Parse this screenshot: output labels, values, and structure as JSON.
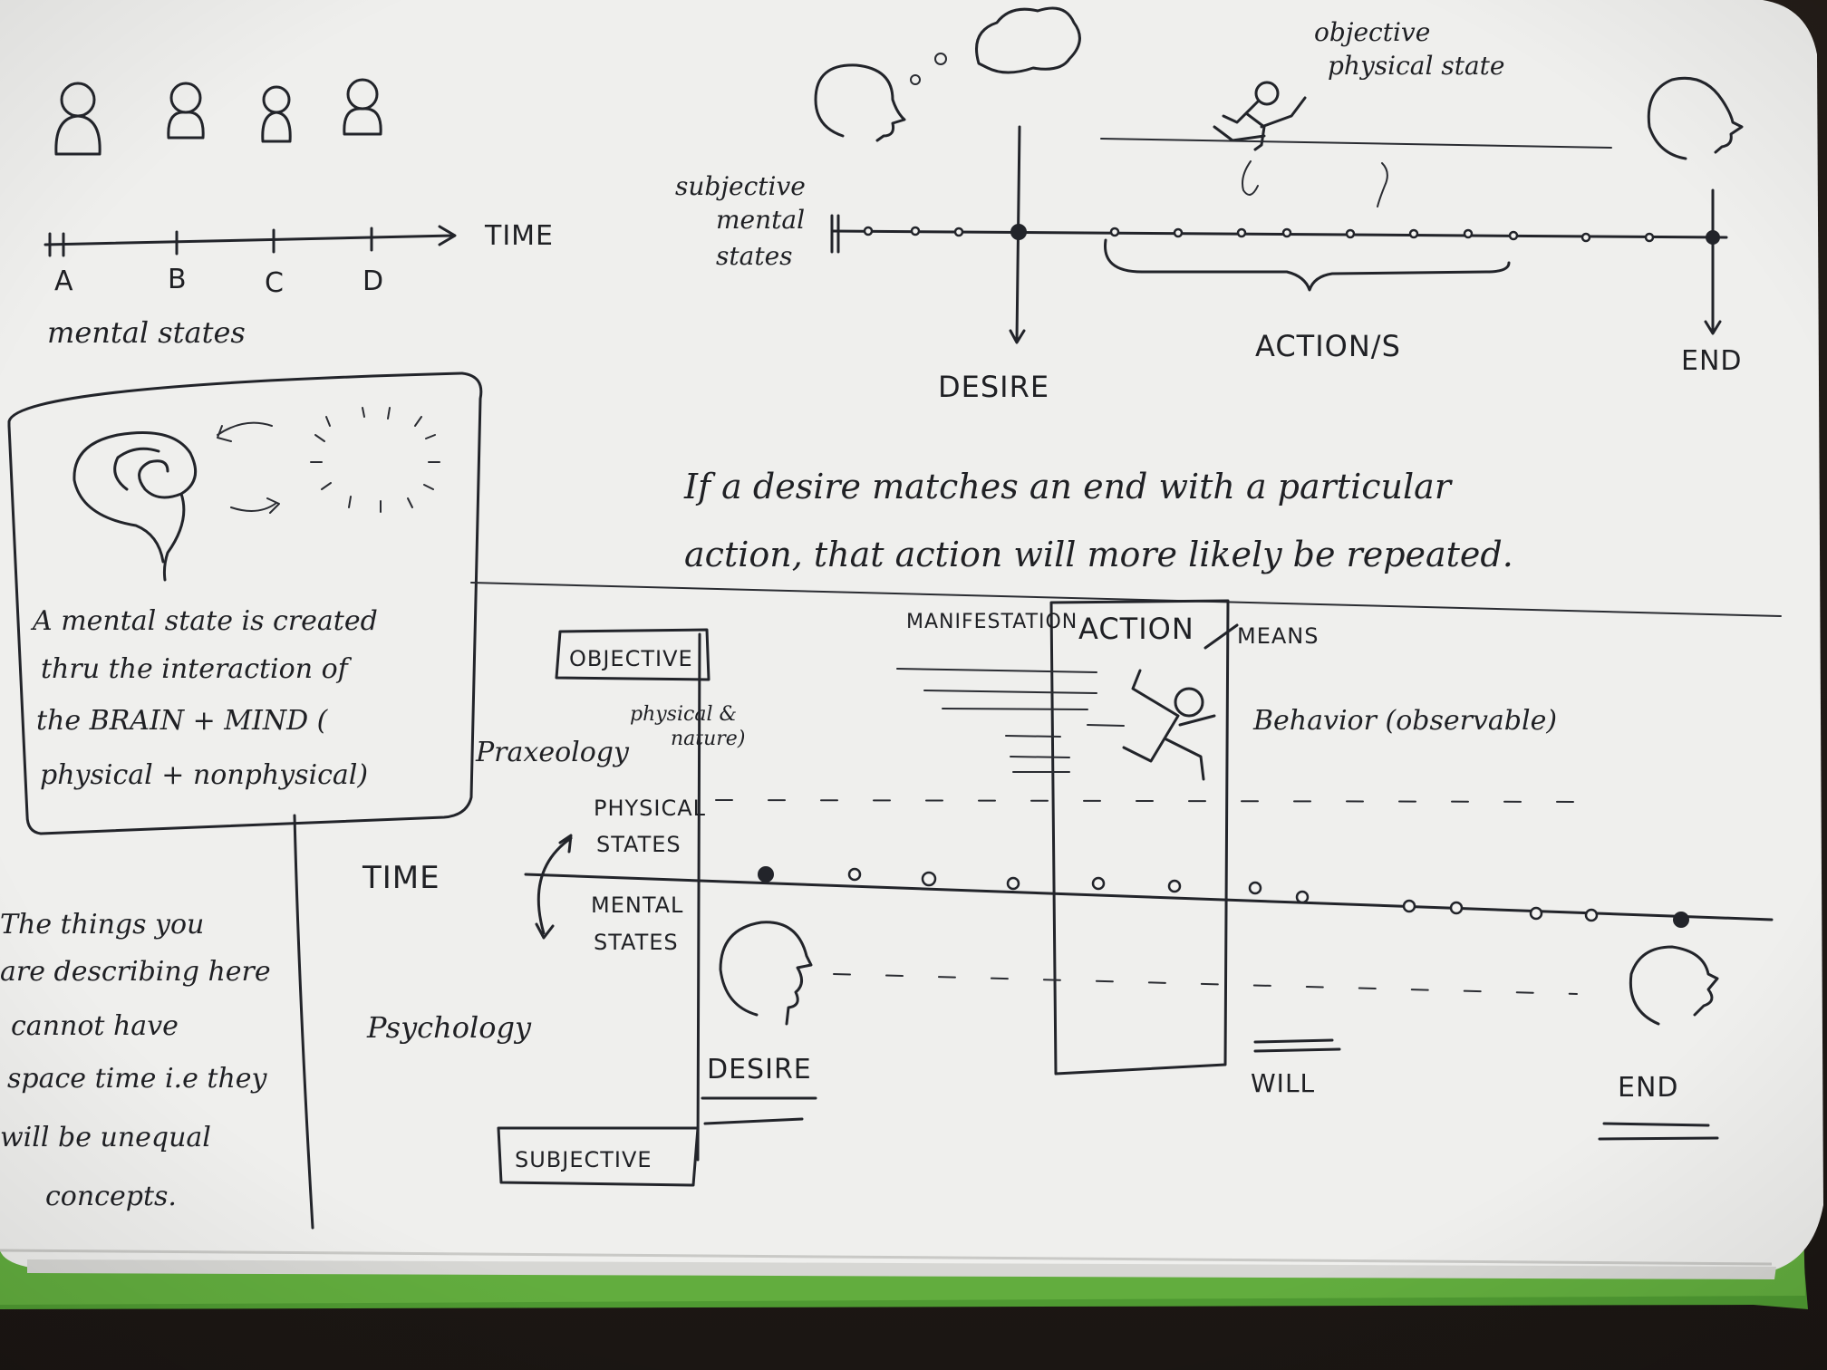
{
  "left_page": {
    "timeline_label": "TIME",
    "points": [
      "A",
      "B",
      "C",
      "D"
    ],
    "caption": "mental states",
    "box_text_lines": [
      "A mental state is created",
      "thru the interaction of",
      "the BRAIN + MIND (",
      "physical + nonphysical)"
    ],
    "side_note_lines": [
      "The things you",
      "are describing here",
      "cannot have",
      "space time i.e they",
      "will be unequal",
      "concepts."
    ]
  },
  "top_right": {
    "subjective_label_lines": [
      "subjective",
      "mental",
      "states"
    ],
    "objective_label_lines": [
      "objective",
      "physical state"
    ],
    "desire_label": "DESIRE",
    "action_label": "ACTION/S",
    "end_label": "END"
  },
  "statement_lines": [
    "If a desire matches an end with a particular",
    "action, that action will more likely be repeated."
  ],
  "bottom_diagram": {
    "objective_box": "OBJECTIVE",
    "subjective_box": "SUBJECTIVE",
    "praxeology_label": "Praxeology",
    "psychology_label": "Psychology",
    "physical_note_lines": [
      "physical &",
      "nature)"
    ],
    "physical_states_lines": [
      "PHYSICAL",
      "STATES"
    ],
    "mental_states_lines": [
      "MENTAL",
      "STATES"
    ],
    "time_label": "TIME",
    "manifest_label": "MANIFESTATION",
    "action_label": "ACTION",
    "means_label": "MEANS",
    "behavior_label": "Behavior (observable)",
    "desire_label": "DESIRE",
    "will_label": "WILL",
    "end_label": "END"
  },
  "colors": {
    "paper": "#eeeeec",
    "ink": "#22242a",
    "cover_green": "#5aa33a",
    "table": "#1f1915"
  }
}
